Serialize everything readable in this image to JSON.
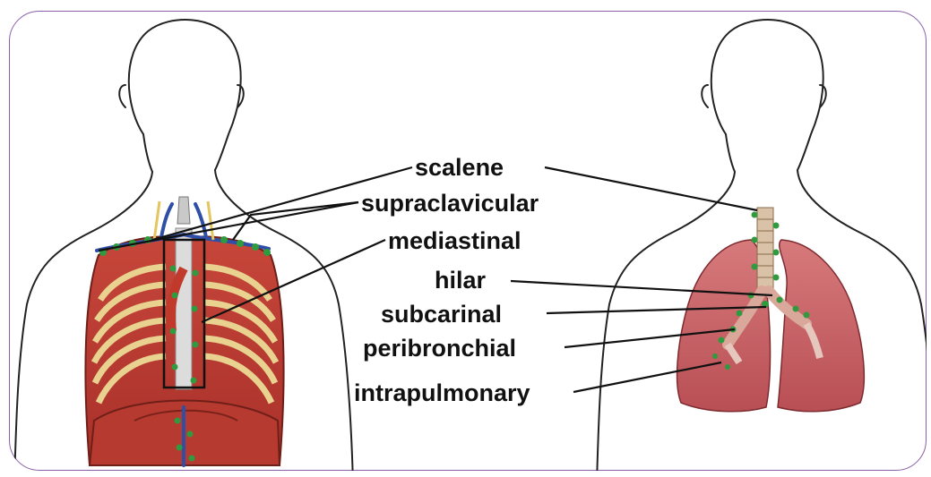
{
  "labels": {
    "scalene": "scalene",
    "supraclavicular": "supraclavicular",
    "mediastinal": "mediastinal",
    "hilar": "hilar",
    "subcarinal": "subcarinal",
    "peribronchial": "peribronchial",
    "intrapulmonary": "intrapulmonary"
  },
  "colors": {
    "frame_border": "#8a5ea8",
    "muscle": "#b8392c",
    "rib": "#e9d28f",
    "lymph_node": "#2f9a3e",
    "vein": "#2f4fa6",
    "lung": "#c86468",
    "trachea": "#d9c2a8"
  }
}
